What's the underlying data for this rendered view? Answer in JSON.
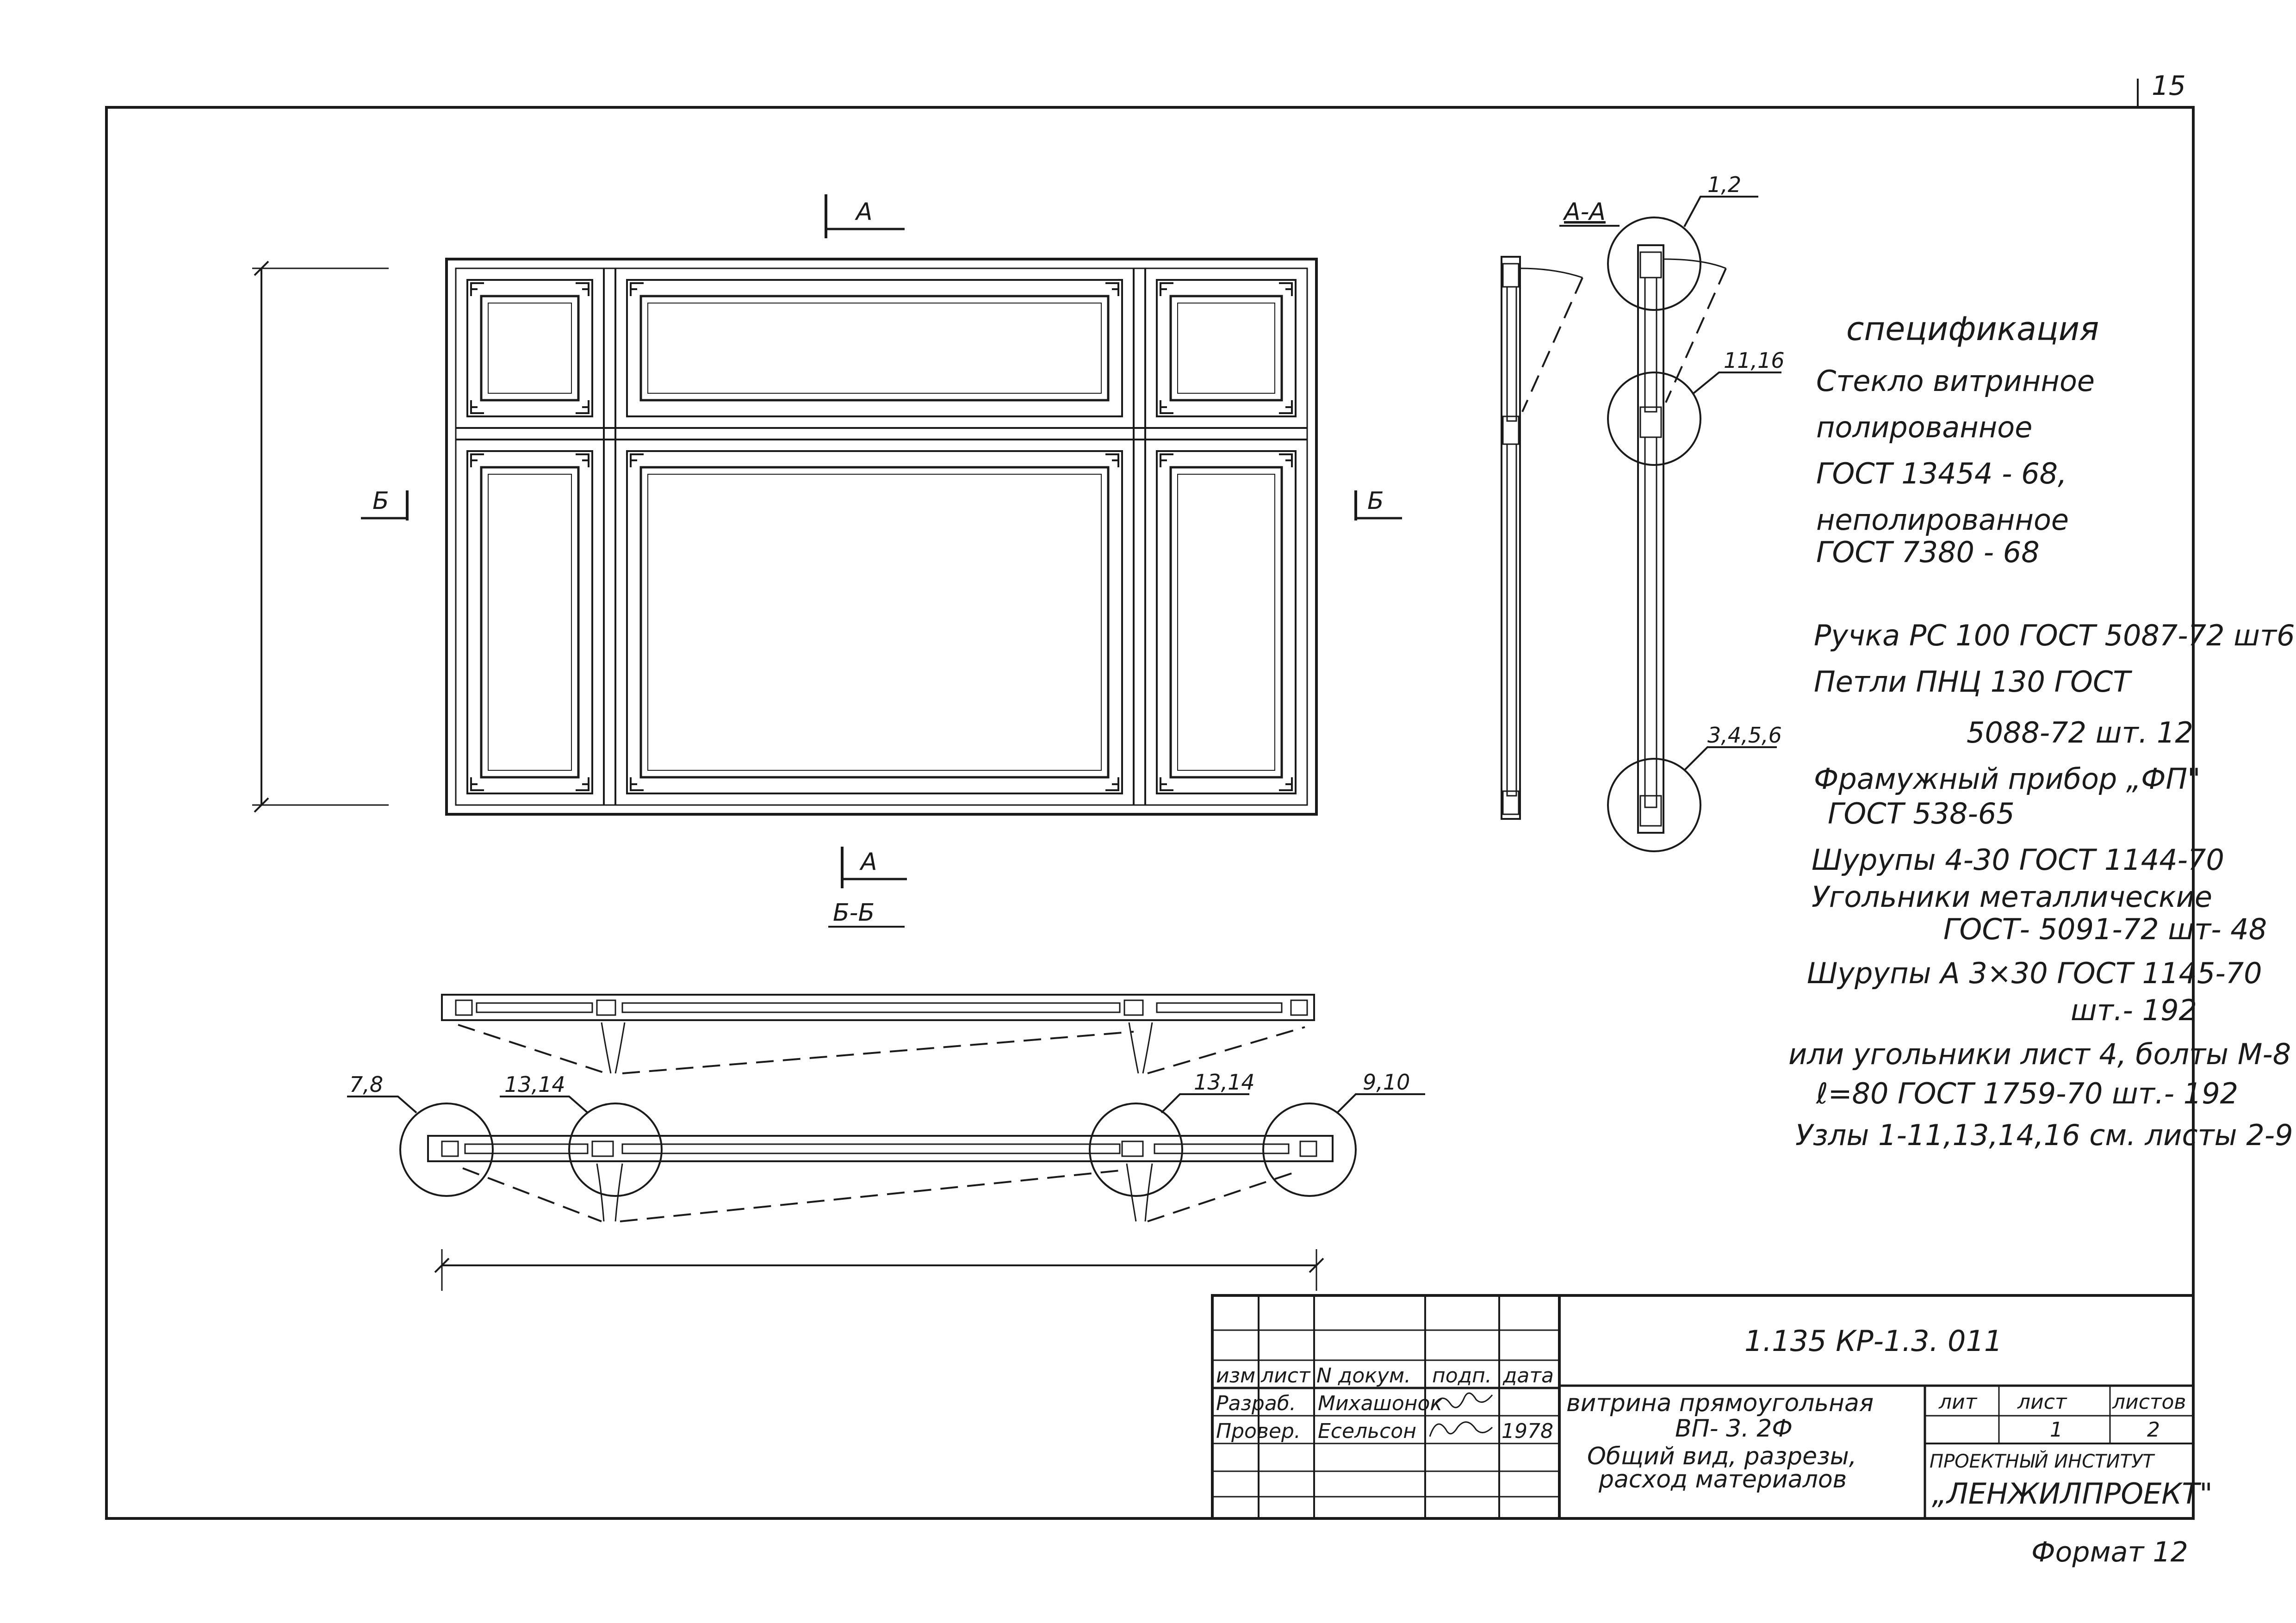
{
  "page_number": "15",
  "format_label": "Формат 12",
  "section_labels": {
    "cut_a": "А",
    "cut_b": "Б",
    "section_aa": "А-А",
    "section_bb": "Б-Б"
  },
  "callouts": {
    "aa_top": "1,2",
    "aa_mid": "11,16",
    "aa_bottom": "3,4,5,6",
    "bb_left": "7,8",
    "bb_left_inner": "13,14",
    "bb_right_inner": "13,14",
    "bb_right": "9,10"
  },
  "specification": {
    "title": "спецификация",
    "lines": [
      "Стекло витринное",
      "полированное",
      "ГОСТ 13454 - 68,",
      "неполированное",
      "ГОСТ 7380 - 68",
      "Ручка РС 100 ГОСТ 5087-72 шт6",
      "Петли ПНЦ 130 ГОСТ",
      "5088-72  шт. 12",
      "Фрамужный прибор „ФП\"",
      "ГОСТ 538-65",
      "Шурупы 4-30 ГОСТ 1144-70",
      "Угольники металлические",
      "ГОСТ- 5091-72 шт- 48",
      "Шурупы А 3×30 ГОСТ 1145-70",
      "шт.- 192",
      "или угольники лист 4, болты М-8",
      "ℓ=80  ГОСТ 1759-70    шт.- 192",
      "Узлы 1-11,13,14,16 см. листы 2-9"
    ]
  },
  "title_block": {
    "doc_code": "1.135 КР-1.3. 011",
    "headers": [
      "изм",
      "лист",
      "N докум.",
      "подп.",
      "дата"
    ],
    "row_developed": {
      "role": "Разраб.",
      "name": "Михашонок"
    },
    "row_checked": {
      "role": "Провер.",
      "name": "Есельсон",
      "date": "1978"
    },
    "title_lines": [
      "витрина прямоугольная",
      "ВП- 3. 2Ф",
      "Общий вид, разрезы,",
      "расход материалов"
    ],
    "sheet_headers": [
      "лит",
      "лист",
      "листов"
    ],
    "sheet_values": {
      "sheet": "1",
      "sheets": "2"
    },
    "institute_line1": "ПРОЕКТНЫЙ ИНСТИТУТ",
    "institute_line2": "„ЛЕНЖИЛПРОЕКТ\""
  }
}
